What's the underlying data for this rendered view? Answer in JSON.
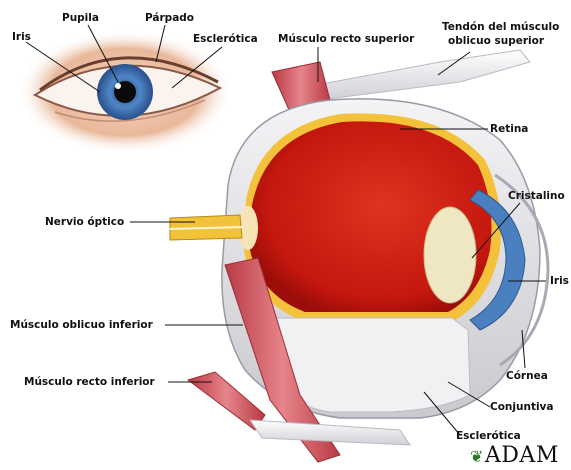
{
  "labels": {
    "pupila": "Pupila",
    "parpado": "Párpado",
    "iris_top": "Iris",
    "esclerotica_top": "Esclerótica",
    "musculo_recto_superior": "Músculo recto superior",
    "tendon_line1": "Tendón del músculo",
    "tendon_line2": "oblicuo superior",
    "retina": "Retina",
    "cristalino": "Cristalino",
    "nervio_optico": "Nervio óptico",
    "iris_right": "Iris",
    "musculo_oblicuo_inferior": "Músculo oblicuo inferior",
    "cornea": "Córnea",
    "musculo_recto_inferior": "Músculo recto inferior",
    "conjuntiva": "Conjuntiva",
    "esclerotica_bottom": "Esclerótica"
  },
  "logo": {
    "text": "ADAM",
    "icon": "leaf-icon"
  },
  "colors": {
    "retina": "#d9261c",
    "muscle": "#d4636b",
    "sclera": "#e8e8ea",
    "iris": "#4a7fc0",
    "nerve": "#f2c33a",
    "lens": "#efe6c2"
  }
}
